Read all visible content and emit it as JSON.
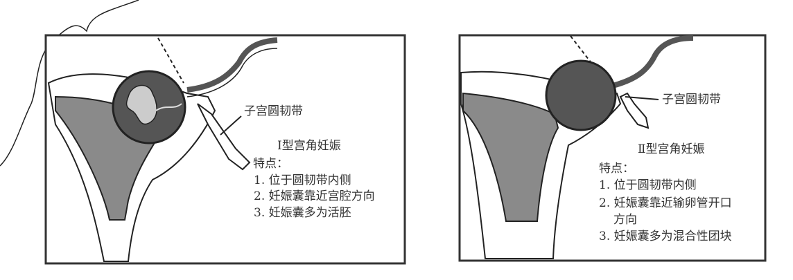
{
  "panels": [
    {
      "label": "子宫圆韧带",
      "title": "Ⅰ型宫角妊娠",
      "features_heading": "特点：",
      "features": [
        "1. 位于圆韧带内侧",
        "2. 妊娠囊靠近宫腔方向",
        "3. 妊娠囊多为活胚"
      ]
    },
    {
      "label": "子宫圆韧带",
      "title": "Ⅱ型宫角妊娠",
      "features_heading": "特点：",
      "features": [
        "1. 位于圆韧带内侧",
        "2. 妊娠囊靠近输卵管开口",
        "方向",
        "3. 妊娠囊多为混合性团块"
      ]
    }
  ],
  "colors": {
    "sac": "#555555",
    "cavity": "#8a8a8a",
    "line": "#222222"
  }
}
